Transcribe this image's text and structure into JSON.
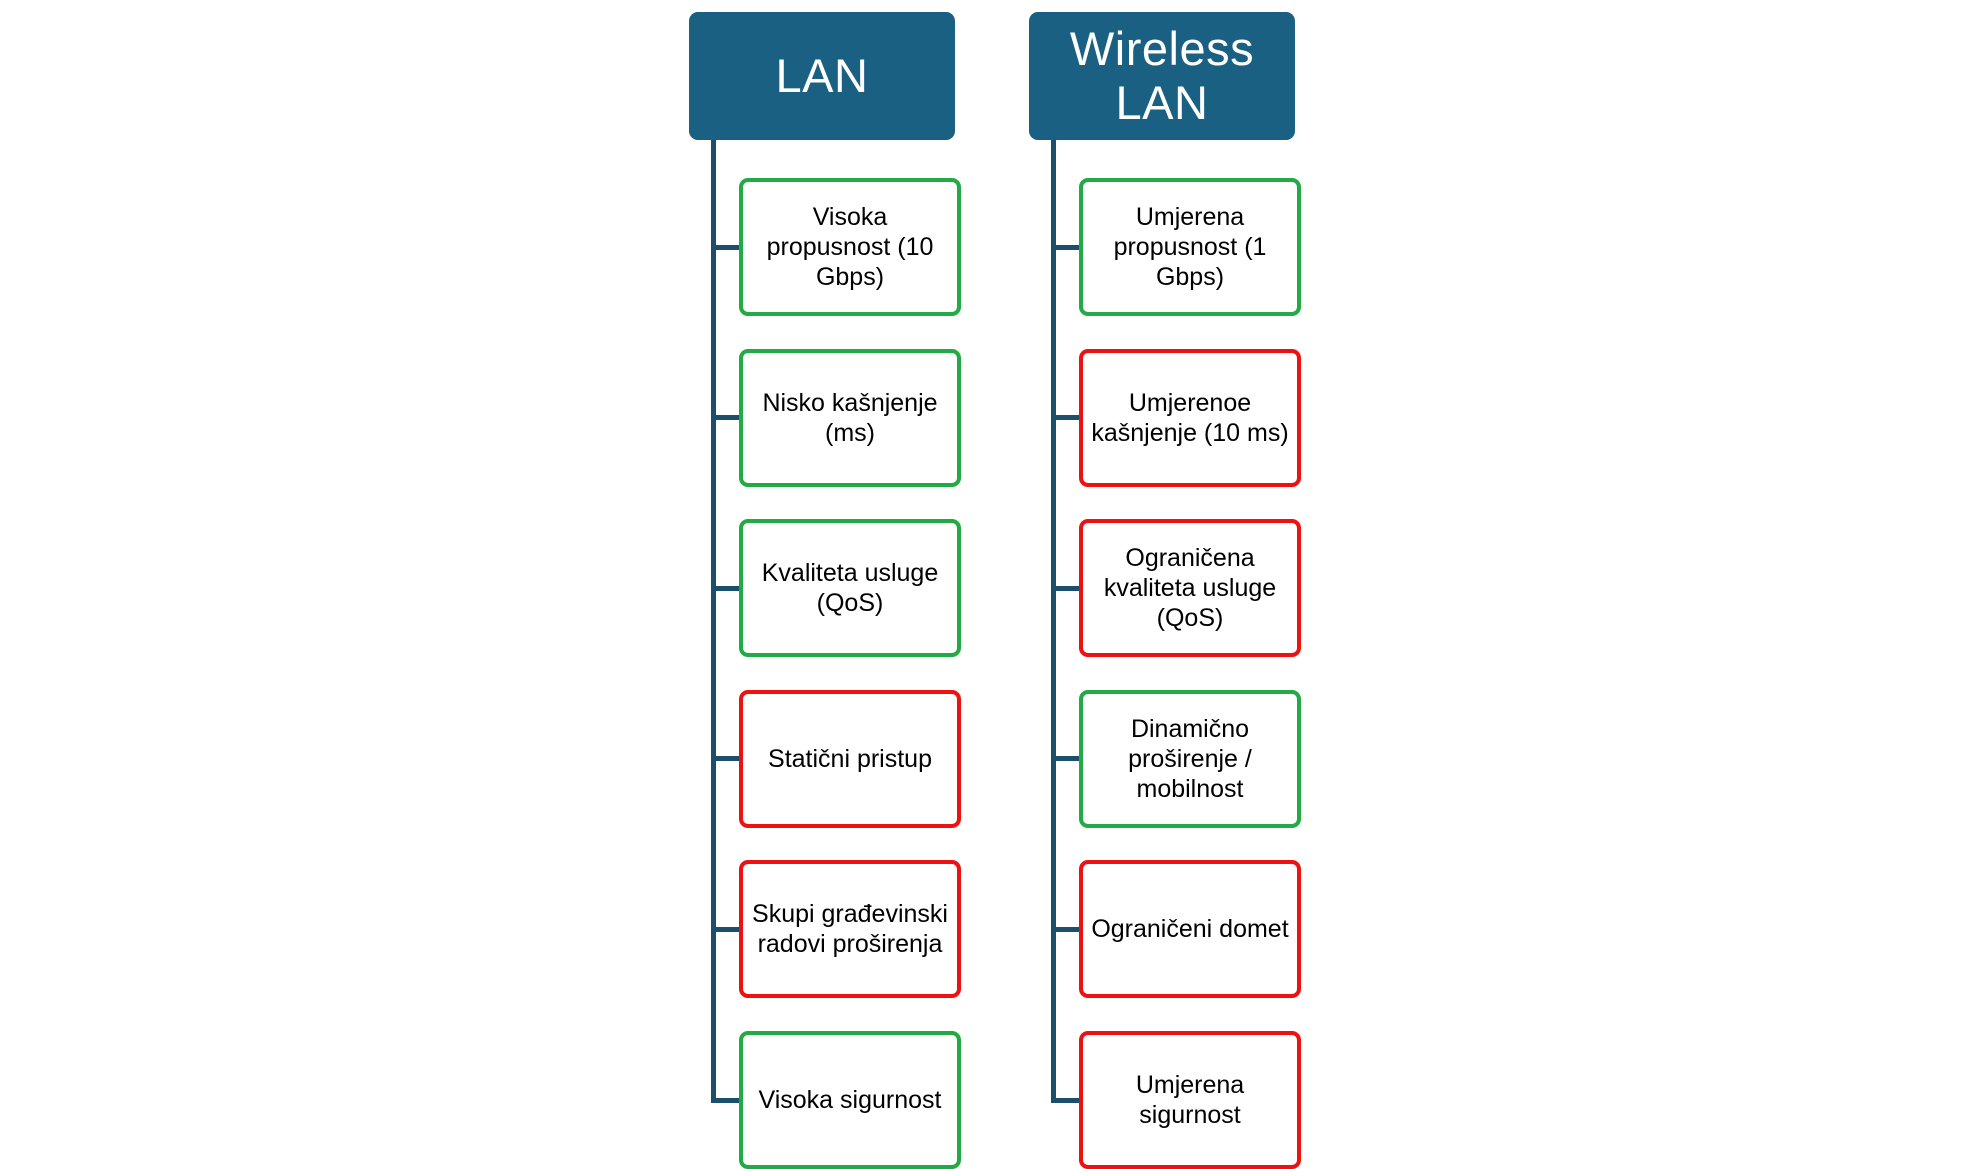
{
  "colors": {
    "header_bg": "#1a6082",
    "connector": "#1b4f6b",
    "advantage_border": "#22aa44",
    "disadvantage_border": "#ee1111"
  },
  "columns": [
    {
      "title": "LAN",
      "items": [
        {
          "text": "Visoka propusnost (10 Gbps)",
          "status": "advantage"
        },
        {
          "text": "Nisko kašnjenje (ms)",
          "status": "advantage"
        },
        {
          "text": "Kvaliteta usluge (QoS)",
          "status": "advantage"
        },
        {
          "text": "Statični pristup",
          "status": "disadvantage"
        },
        {
          "text": "Skupi građevinski radovi proširenja",
          "status": "disadvantage"
        },
        {
          "text": "Visoka sigurnost",
          "status": "advantage"
        }
      ]
    },
    {
      "title": "Wireless LAN",
      "items": [
        {
          "text": "Umjerena propusnost (1 Gbps)",
          "status": "advantage"
        },
        {
          "text": "Umjerenoe kašnjenje (10 ms)",
          "status": "disadvantage"
        },
        {
          "text": "Ograničena kvaliteta usluge (QoS)",
          "status": "disadvantage"
        },
        {
          "text": "Dinamično proširenje / mobilnost",
          "status": "advantage"
        },
        {
          "text": "Ograničeni domet",
          "status": "disadvantage"
        },
        {
          "text": "Umjerena sigurnost",
          "status": "disadvantage"
        }
      ]
    }
  ]
}
